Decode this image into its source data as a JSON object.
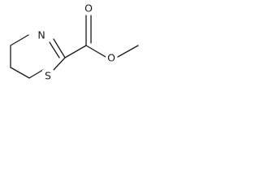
{
  "molecule": {
    "atoms": {
      "n1": "N",
      "s1": "S",
      "o_carbonyl": "O",
      "o_ester": "O"
    }
  }
}
